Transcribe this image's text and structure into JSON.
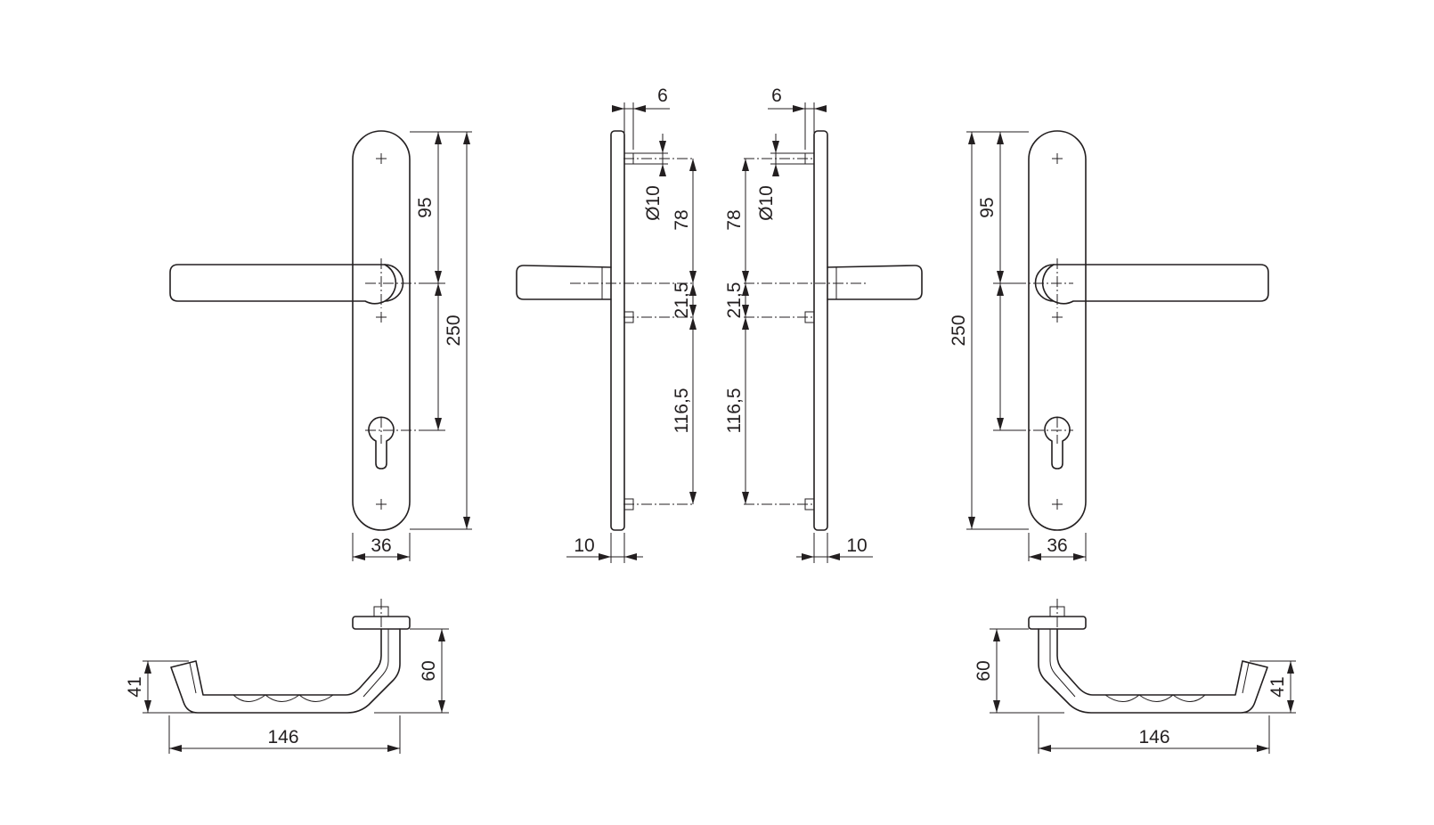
{
  "colors": {
    "line": "#231f20",
    "background": "#ffffff"
  },
  "left_front": {
    "height_top": "95",
    "height_total": "250",
    "width": "36"
  },
  "left_side": {
    "plate_offset": "6",
    "hole_dia": "Ø10",
    "upper": "78",
    "mid": "21,5",
    "lower": "116,5",
    "thickness": "10"
  },
  "right_side": {
    "plate_offset": "6",
    "hole_dia": "Ø10",
    "upper": "78",
    "mid": "21,5",
    "lower": "116,5",
    "thickness": "10"
  },
  "right_front": {
    "height_top": "95",
    "height_total": "250",
    "width": "36"
  },
  "left_top": {
    "height_small": "41",
    "height_large": "60",
    "length": "146"
  },
  "right_top": {
    "height_small": "41",
    "height_large": "60",
    "length": "146"
  }
}
